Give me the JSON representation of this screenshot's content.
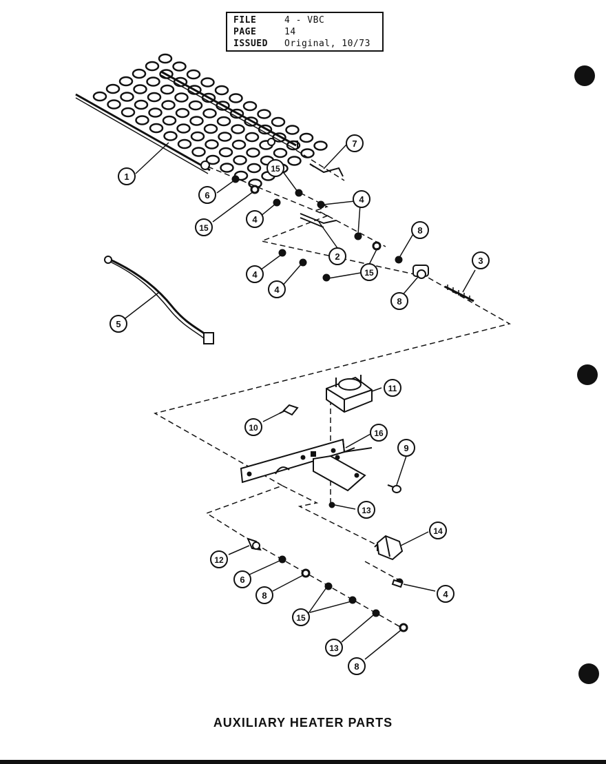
{
  "header": {
    "file_label": "FILE",
    "file_value": "4 - VBC",
    "page_label": "PAGE",
    "page_value": "14",
    "issued_label": "ISSUED",
    "issued_value": "Original, 10/73"
  },
  "title": "AUXILIARY HEATER PARTS",
  "callouts": [
    "1",
    "7",
    "15",
    "6",
    "4",
    "15",
    "4",
    "2",
    "8",
    "4",
    "15",
    "3",
    "4",
    "8",
    "5",
    "11",
    "10",
    "16",
    "9",
    "13",
    "14",
    "12",
    "6",
    "8",
    "15",
    "4",
    "13",
    "8",
    "15"
  ]
}
